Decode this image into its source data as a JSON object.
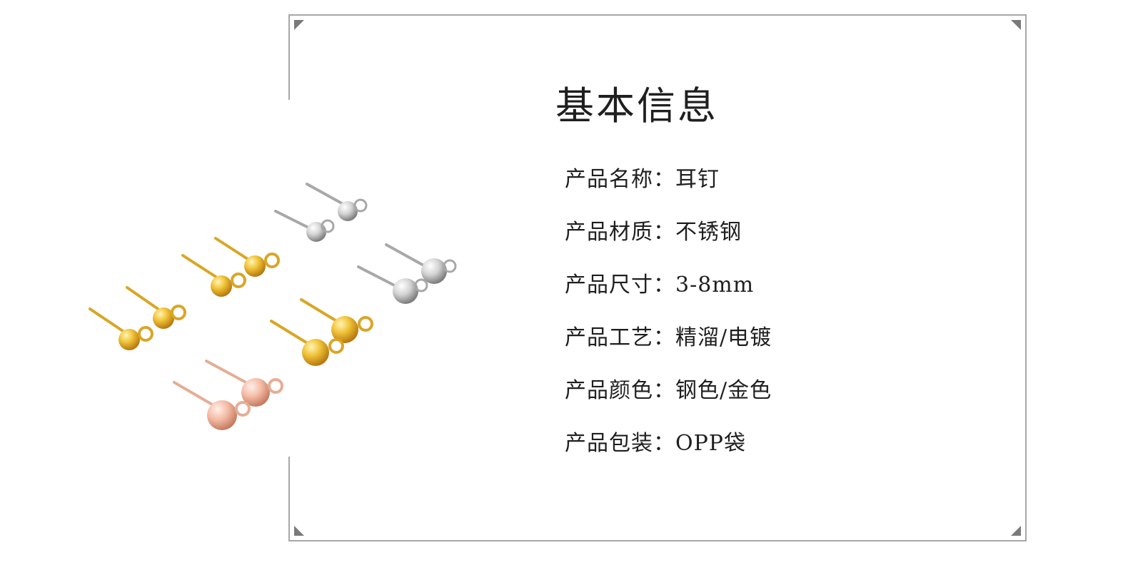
{
  "info": {
    "title": "基本信息",
    "rows": [
      {
        "label": "产品名称：",
        "value": "耳钉"
      },
      {
        "label": "产品材质：",
        "value": "不锈钢"
      },
      {
        "label": "产品尺寸：",
        "value": "3-8mm"
      },
      {
        "label": "产品工艺：",
        "value": "精溜/电镀"
      },
      {
        "label": "产品颜色：",
        "value": "钢色/金色"
      },
      {
        "label": "产品包装：",
        "value": "OPP袋"
      }
    ]
  },
  "product_image": {
    "icon": "ball-stud-earrings-image",
    "colors": {
      "steel": "#c9c9c9",
      "gold": "#e9b72e",
      "rose_gold": "#f0b59f"
    }
  },
  "frame": {
    "color": "#a7a7a7",
    "corner_color": "#7a7a7a"
  }
}
